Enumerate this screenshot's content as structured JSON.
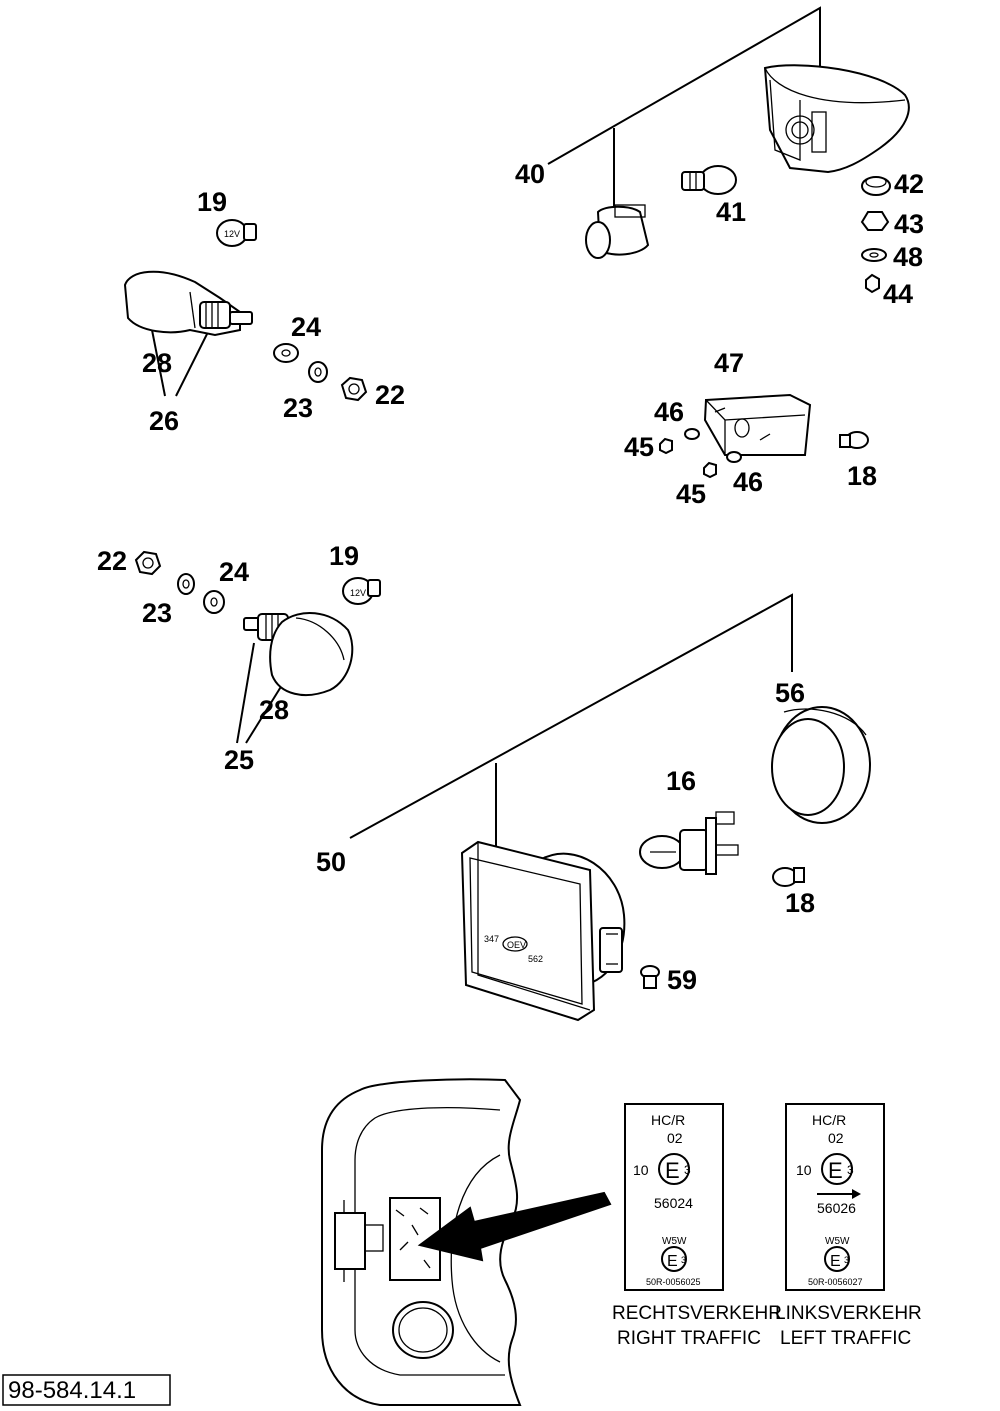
{
  "diagram_id": "98-584.14.1",
  "callouts": {
    "c19a": "19",
    "c28a": "28",
    "c26": "26",
    "c24a": "24",
    "c23a": "23",
    "c22a": "22",
    "c40": "40",
    "c41": "41",
    "c42": "42",
    "c43": "43",
    "c48": "48",
    "c44": "44",
    "c47": "47",
    "c46a": "46",
    "c45a": "45",
    "c46b": "46",
    "c45b": "45",
    "c18a": "18",
    "c22b": "22",
    "c19b": "19",
    "c24b": "24",
    "c23b": "23",
    "c28b": "28",
    "c25": "25",
    "c56": "56",
    "c16": "16",
    "c50": "50",
    "c18b": "18",
    "c59": "59"
  },
  "right_label": {
    "hcr": "HC/R",
    "num02": "02",
    "num10": "10",
    "e3": "E",
    "e3sub": "3",
    "approval": "56024",
    "w5w": "W5W",
    "e3b": "E",
    "e3bsub": "3",
    "small_code": "50R-0056025"
  },
  "left_label": {
    "hcr": "HC/R",
    "num02": "02",
    "num10": "10",
    "e3": "E",
    "e3sub": "3",
    "approval": "56026",
    "w5w": "W5W",
    "e3b": "E",
    "e3bsub": "3",
    "small_code": "50R-0056027"
  },
  "captions": {
    "right_de": "RECHTSVERKEHR",
    "right_en": "RIGHT TRAFFIC",
    "left_de": "LINKSVERKEHR",
    "left_en": "LEFT TRAFFIC"
  },
  "headlight_lens_marks": {
    "left": "347",
    "brand": "OEV",
    "right": "562"
  }
}
